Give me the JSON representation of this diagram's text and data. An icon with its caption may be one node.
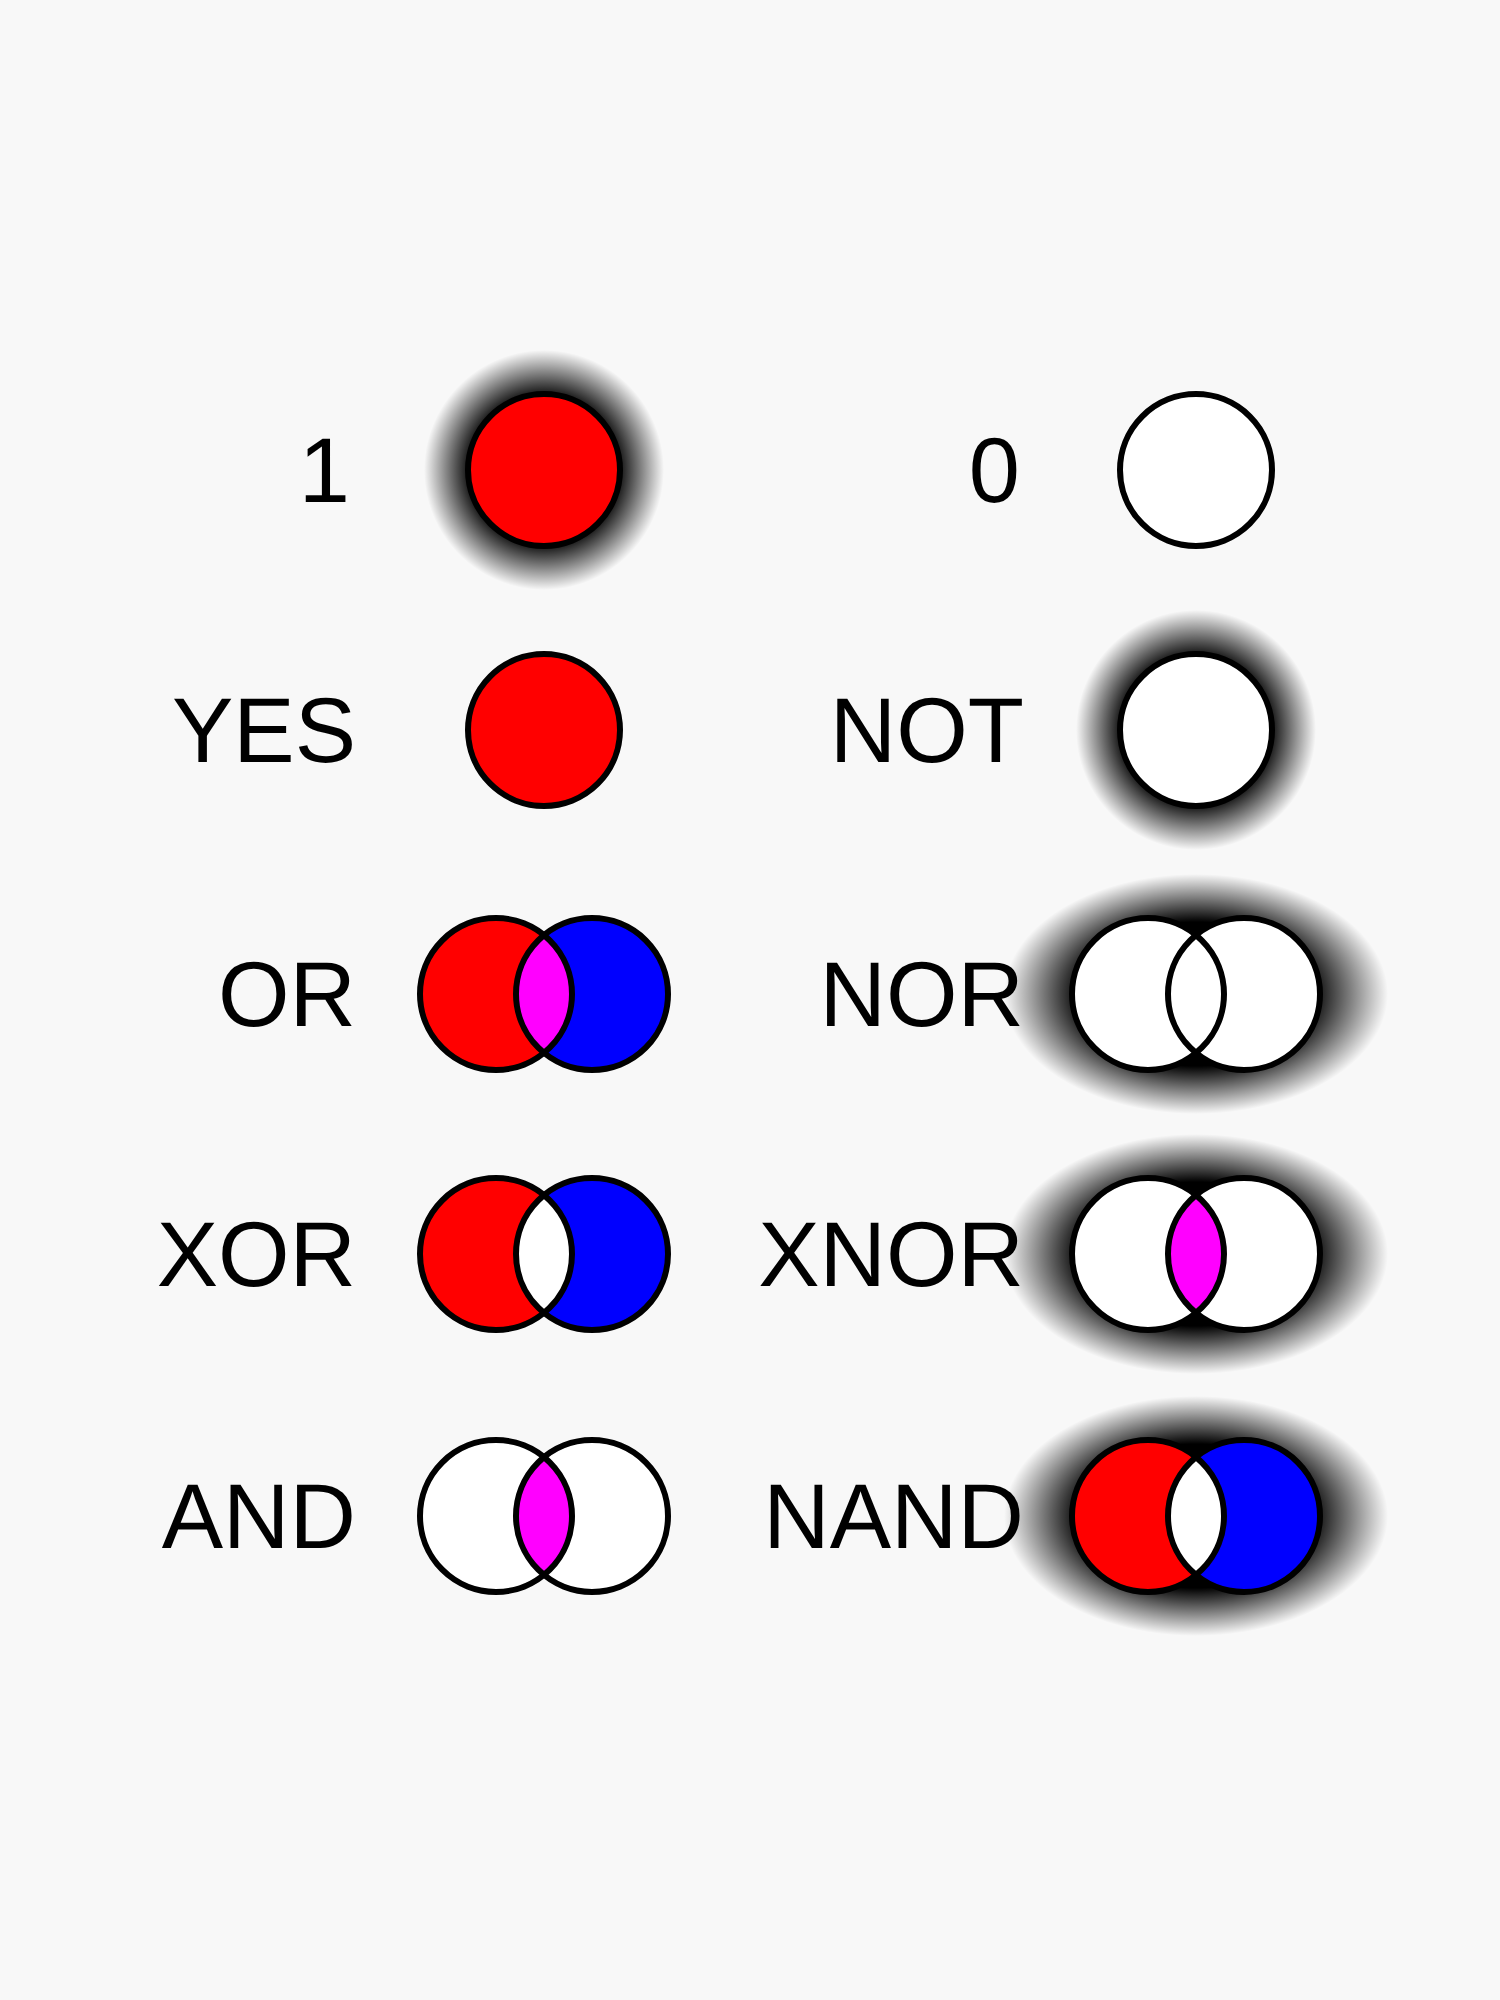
{
  "diagram": {
    "labels": [
      "1",
      "0",
      "YES",
      "NOT",
      "OR",
      "NOR",
      "XOR",
      "XNOR",
      "AND",
      "NAND"
    ]
  }
}
